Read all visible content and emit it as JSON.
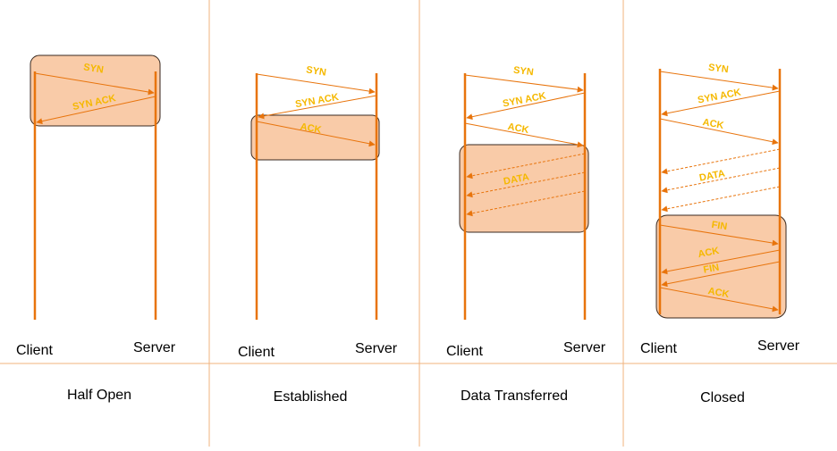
{
  "colors": {
    "accent": "#E8740C",
    "label": "#F5B800",
    "highlight_fill": "#F9CBA8",
    "highlight_stroke": "#3A2A20",
    "divider": "#F0B37E"
  },
  "endpoints": {
    "client": "Client",
    "server": "Server"
  },
  "panels": [
    {
      "caption": "Half Open",
      "messages": [
        {
          "label": "SYN",
          "direction": "client-to-server",
          "style": "solid"
        },
        {
          "label": "SYN ACK",
          "direction": "server-to-client",
          "style": "solid"
        }
      ]
    },
    {
      "caption": "Established",
      "messages": [
        {
          "label": "SYN",
          "direction": "client-to-server",
          "style": "solid"
        },
        {
          "label": "SYN ACK",
          "direction": "server-to-client",
          "style": "solid"
        },
        {
          "label": "ACK",
          "direction": "client-to-server",
          "style": "solid"
        }
      ]
    },
    {
      "caption": "Data Transferred",
      "messages": [
        {
          "label": "SYN",
          "direction": "client-to-server",
          "style": "solid"
        },
        {
          "label": "SYN ACK",
          "direction": "server-to-client",
          "style": "solid"
        },
        {
          "label": "ACK",
          "direction": "client-to-server",
          "style": "solid"
        },
        {
          "label": "DATA",
          "direction": "server-to-client",
          "style": "dashed"
        }
      ]
    },
    {
      "caption": "Closed",
      "messages": [
        {
          "label": "SYN",
          "direction": "client-to-server",
          "style": "solid"
        },
        {
          "label": "SYN ACK",
          "direction": "server-to-client",
          "style": "solid"
        },
        {
          "label": "ACK",
          "direction": "client-to-server",
          "style": "solid"
        },
        {
          "label": "DATA",
          "direction": "server-to-client",
          "style": "dashed"
        },
        {
          "label": "FIN",
          "direction": "client-to-server",
          "style": "solid"
        },
        {
          "label": "ACK",
          "direction": "server-to-client",
          "style": "solid"
        },
        {
          "label": "FIN",
          "direction": "server-to-client",
          "style": "solid"
        },
        {
          "label": "ACK",
          "direction": "client-to-server",
          "style": "solid"
        }
      ]
    }
  ]
}
